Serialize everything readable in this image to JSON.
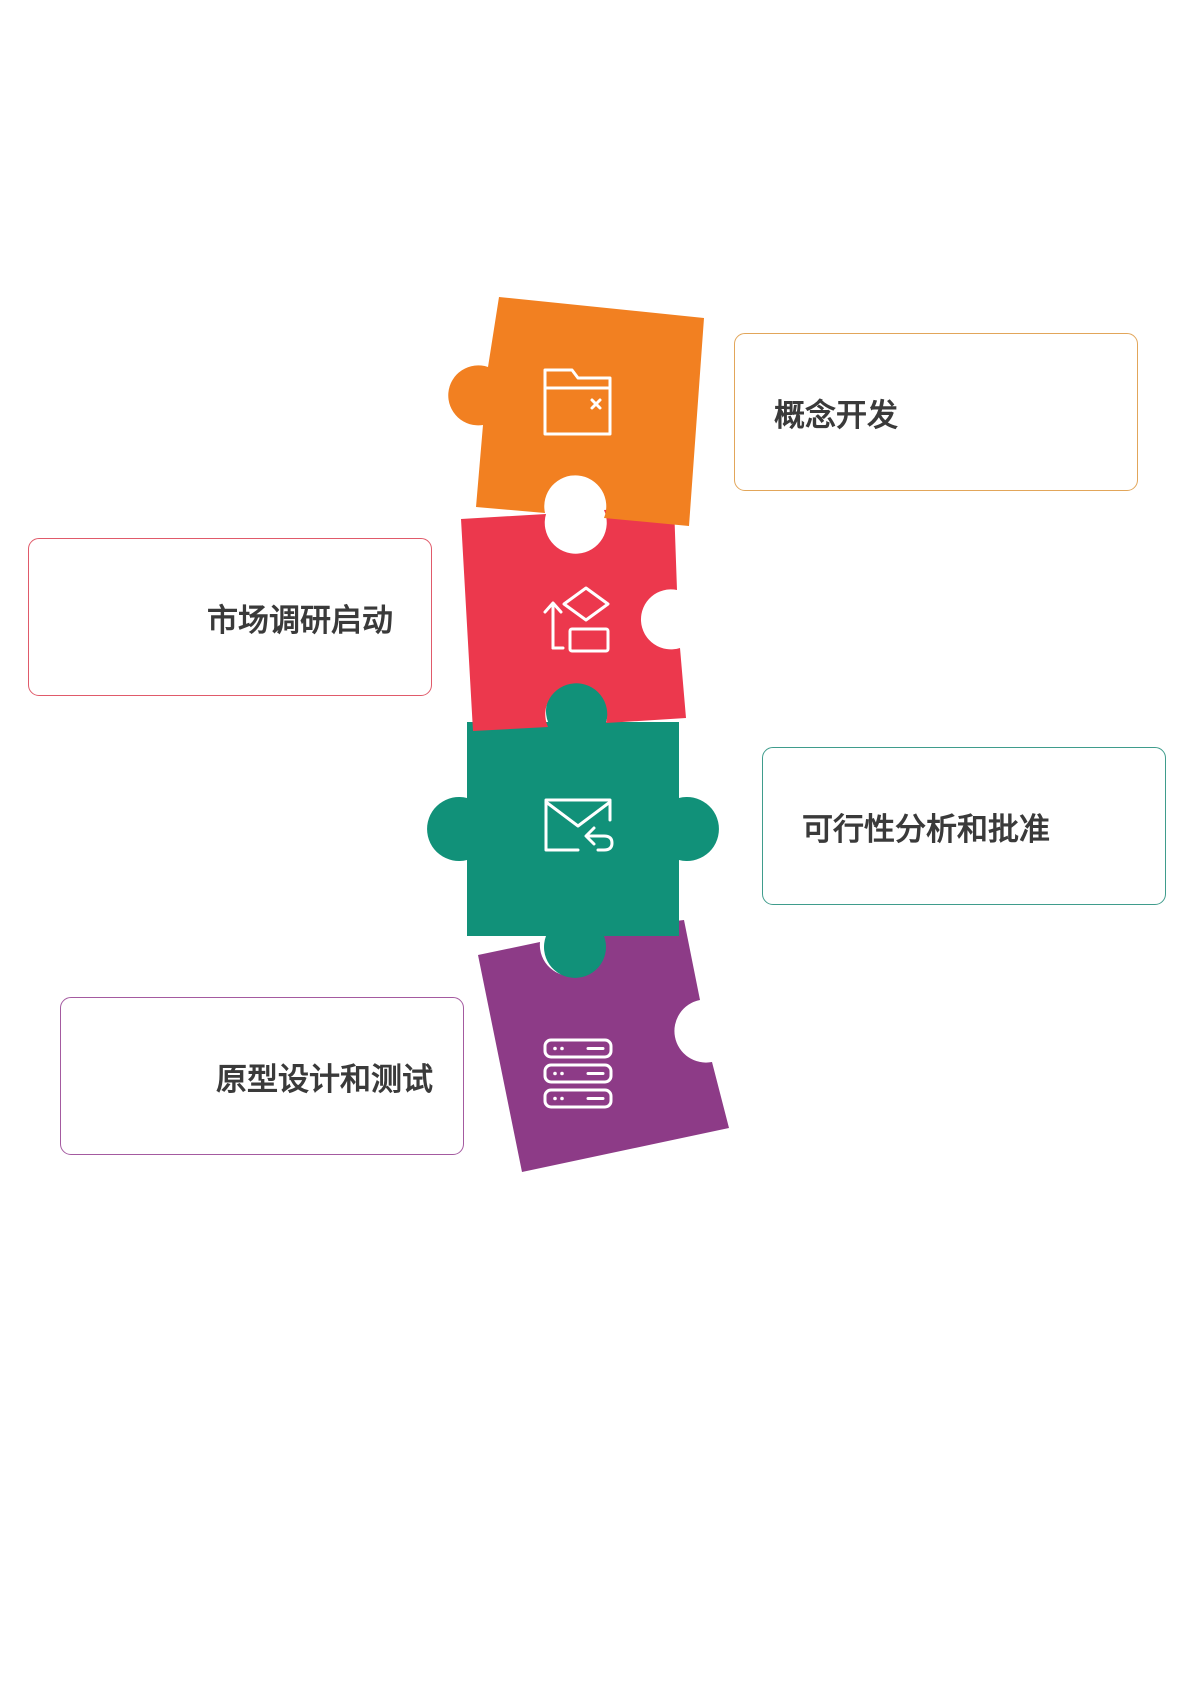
{
  "steps": [
    {
      "label": "概念开发",
      "color": "#F28021",
      "icon": "folder-x-icon"
    },
    {
      "label": "市场调研启动",
      "color": "#EC384D",
      "icon": "shapes-upload-icon"
    },
    {
      "label": "可行性分析和批准",
      "color": "#119179",
      "icon": "mail-reply-icon"
    },
    {
      "label": "原型设计和测试",
      "color": "#8D3B87",
      "icon": "server-stack-icon"
    }
  ]
}
